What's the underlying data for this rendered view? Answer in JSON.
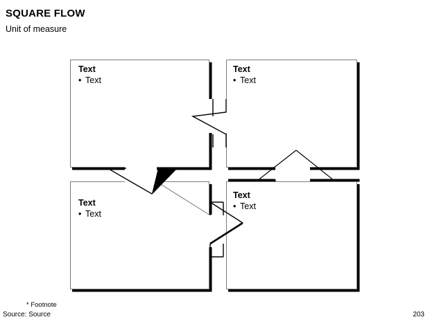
{
  "slide": {
    "title": "SQUARE FLOW",
    "subtitle": "Unit of measure",
    "footnote": "* Footnote",
    "source": "Source: Source",
    "page_number": "203"
  },
  "colors": {
    "background": "#ffffff",
    "outline": "#6b6b6b",
    "shadow": "#000000",
    "text": "#000000"
  },
  "boxes": [
    {
      "id": "top-left",
      "heading": "Text",
      "bullet_marker": "•",
      "bullet": "Text"
    },
    {
      "id": "top-right",
      "heading": "Text",
      "bullet_marker": "•",
      "bullet": "Text"
    },
    {
      "id": "bottom-left",
      "heading": "Text",
      "bullet_marker": "•",
      "bullet": "Text"
    },
    {
      "id": "bottom-right",
      "heading": "Text",
      "bullet_marker": "•",
      "bullet": "Text"
    }
  ],
  "arrows": [
    {
      "id": "arrow-left",
      "direction": "left",
      "from": "top-right",
      "to": "top-left"
    },
    {
      "id": "arrow-down",
      "direction": "down",
      "from": "top-left",
      "to": "bottom-left"
    },
    {
      "id": "arrow-right",
      "direction": "right",
      "from": "bottom-left",
      "to": "bottom-right"
    },
    {
      "id": "arrow-up",
      "direction": "up",
      "from": "bottom-right",
      "to": "top-right"
    }
  ]
}
